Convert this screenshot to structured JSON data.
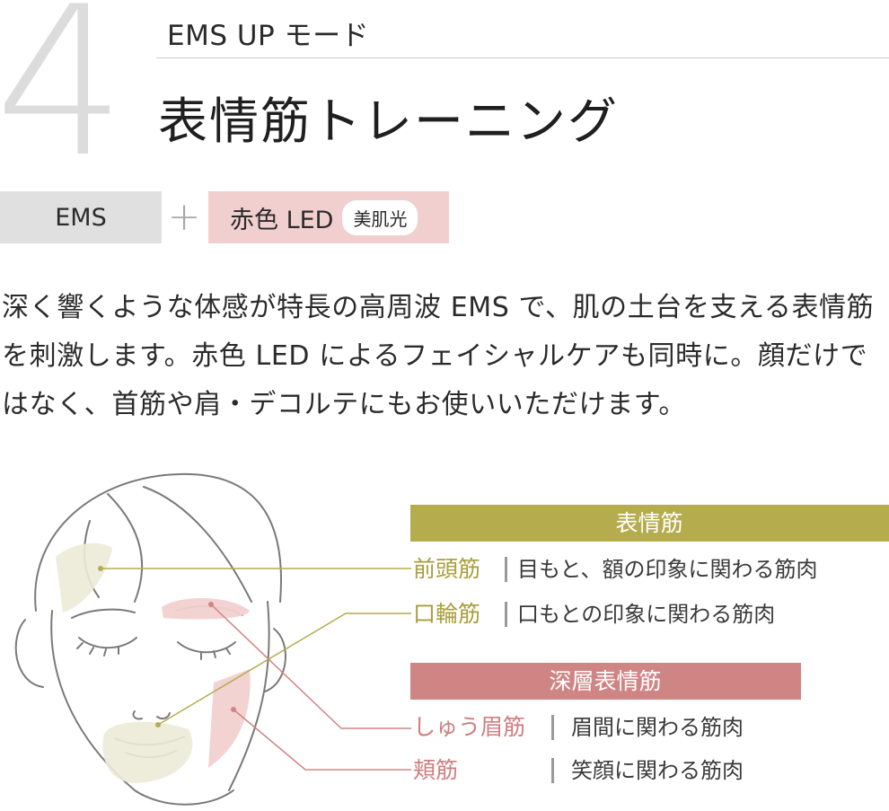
{
  "header": {
    "number": "4",
    "mode": "EMS UP モード",
    "title": "表情筋トレーニング"
  },
  "badges": {
    "ems": "EMS",
    "plus": "+",
    "led": "赤色 LED",
    "led_pill": "美肌光"
  },
  "description": "深く響くような体感が特長の高周波 EMS で、肌の土台を支える表情筋を刺激します。赤色 LED によるフェイシャルケアも同時に。顔だけではなく、首筋や肩・デコルテにもお使いいただけます。",
  "diagram": {
    "group1": {
      "title": "表情筋",
      "items": [
        {
          "name": "前頭筋",
          "desc": "目もと、額の印象に関わる筋肉"
        },
        {
          "name": "口輪筋",
          "desc": "口もとの印象に関わる筋肉"
        }
      ]
    },
    "group2": {
      "title": "深層表情筋",
      "items": [
        {
          "name": "しゅう眉筋",
          "desc": "眉間に関わる筋肉"
        },
        {
          "name": "頬筋",
          "desc": "笑顔に関わる筋肉"
        }
      ]
    },
    "colors": {
      "olive": "#b5ac4e",
      "olive_text": "#a99e3c",
      "rose": "#d08585",
      "rose_text": "#cf7e7e",
      "olive_fill": "#ecebd7",
      "rose_fill": "#f2d0d0",
      "line_art": "#7a7a7a"
    }
  }
}
